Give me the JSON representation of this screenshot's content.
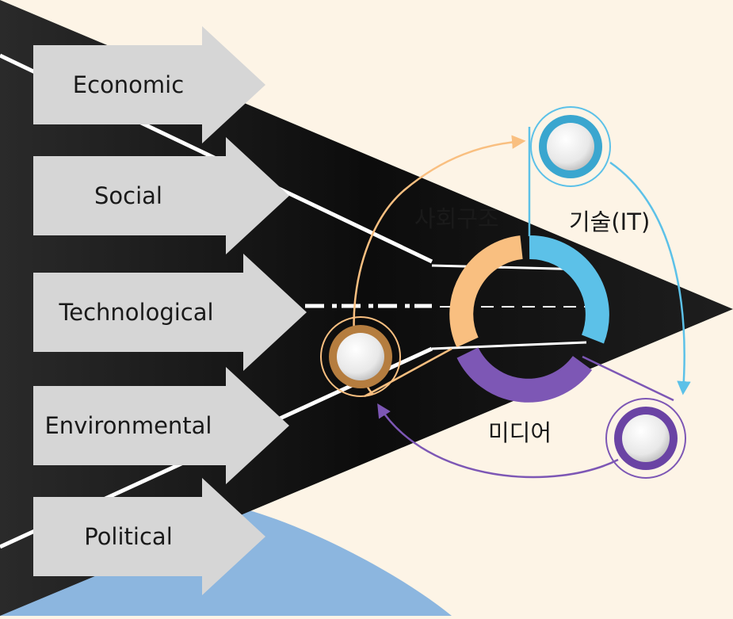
{
  "factors": [
    {
      "label": "Economic"
    },
    {
      "label": "Social"
    },
    {
      "label": "Technological"
    },
    {
      "label": "Environmental"
    },
    {
      "label": "Political"
    }
  ],
  "cycle": {
    "social_structure": "사회구조",
    "technology": "기술(IT)",
    "media": "미디어"
  },
  "colors": {
    "background": "#fdf4e6",
    "blue_shape": "#8cb6df",
    "arrow_fill": "#d6d6d6",
    "orange": "#f9bf80",
    "sky_blue": "#5cc1e8",
    "purple": "#7d57b5",
    "road": "#111111"
  }
}
